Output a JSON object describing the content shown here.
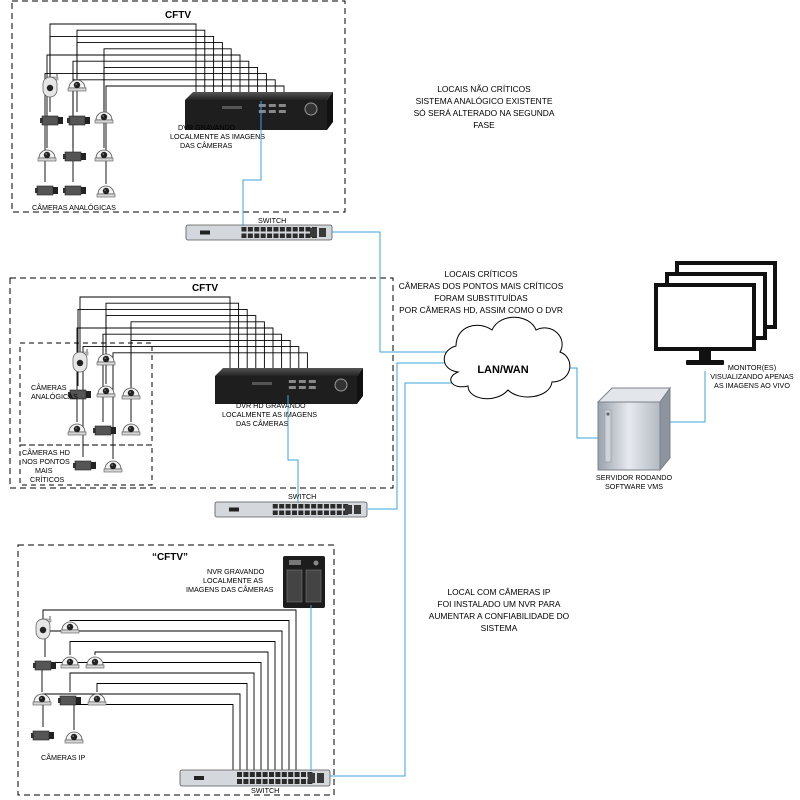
{
  "sections": [
    {
      "title": "CFTV",
      "dvr_label": [
        "DVR GRAVANDO",
        "LOCALMENTE AS IMAGENS",
        "DAS CÂMERAS"
      ],
      "cameras_label": "CÂMERAS ANALÓGICAS",
      "switch_label": "SWITCH"
    },
    {
      "title": "CFTV",
      "dvr_label": [
        "DVR HD GRAVANDO",
        "LOCALMENTE AS IMAGENS",
        "DAS CÂMERAS"
      ],
      "analog_label": [
        "CÂMERAS",
        "ANALÓGICAS"
      ],
      "hd_label": [
        "CÂMERAS HD",
        "NOS PONTOS",
        "MAIS",
        "CRÍTICOS"
      ],
      "switch_label": "SWITCH"
    },
    {
      "title": "“CFTV”",
      "nvr_label": [
        "NVR GRAVANDO",
        "LOCALMENTE AS",
        "IMAGENS DAS CÂMERAS"
      ],
      "cameras_label": "CÂMERAS IP",
      "switch_label": "SWITCH"
    }
  ],
  "notes": {
    "non_critical": [
      "LOCAIS NÃO CRÍTICOS",
      "SISTEMA ANALÓGICO EXISTENTE",
      "SÓ SERÁ ALTERADO NA SEGUNDA",
      "FASE"
    ],
    "critical": [
      "LOCAIS CRÍTICOS",
      "CÂMERAS DOS PONTOS MAIS CRÍTICOS",
      "FORAM SUBSTITUÍDAS",
      "POR CÂMERAS HD, ASSIM COMO O DVR"
    ],
    "ip_site": [
      "LOCAL COM CÂMERAS IP",
      "FOI INSTALADO UM NVR PARA",
      "AUMENTAR A CONFIABILIDADE DO",
      "SISTEMA"
    ]
  },
  "network": {
    "cloud_label": "LAN/WAN"
  },
  "server_label": [
    "SERVIDOR RODANDO",
    "SOFTWARE VMS"
  ],
  "monitor_label": [
    "MONITOR(ES)",
    "VISUALIZANDO APENAS",
    "AS IMAGENS AO VIVO"
  ],
  "colors": {
    "link": "#3aa5d8",
    "cable": "#000000",
    "device_dark": "#1e1e1e",
    "server": "#c8cdd4"
  }
}
